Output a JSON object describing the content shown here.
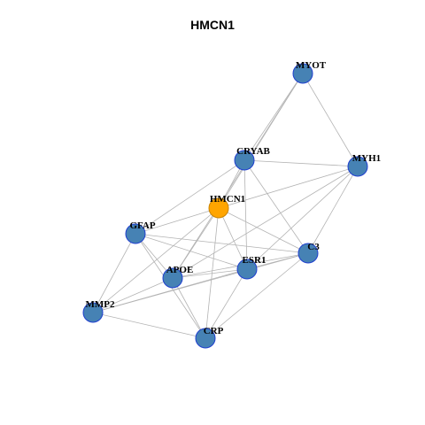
{
  "title": "HMCN1",
  "colors": {
    "node_fill": "#4682b4",
    "node_stroke": "#1f3fcf",
    "focus_fill": "#ffa500",
    "focus_stroke": "#c98300",
    "edge": "#b3b3b3"
  },
  "nodes": [
    {
      "id": "MYOT",
      "label": "MYOT",
      "focus": false
    },
    {
      "id": "CRYAB",
      "label": "CRYAB",
      "focus": false
    },
    {
      "id": "MYH1",
      "label": "MYH1",
      "focus": false
    },
    {
      "id": "HMCN1",
      "label": "HMCN1",
      "focus": true
    },
    {
      "id": "GFAP",
      "label": "GFAP",
      "focus": false
    },
    {
      "id": "C3",
      "label": "C3",
      "focus": false
    },
    {
      "id": "ESR1",
      "label": "ESR1",
      "focus": false
    },
    {
      "id": "APOE",
      "label": "APOE",
      "focus": false
    },
    {
      "id": "MMP2",
      "label": "MMP2",
      "focus": false
    },
    {
      "id": "CRP",
      "label": "CRP",
      "focus": false
    }
  ],
  "edges": [
    [
      "MYOT",
      "CRYAB"
    ],
    [
      "MYOT",
      "MYH1"
    ],
    [
      "MYOT",
      "HMCN1"
    ],
    [
      "MYOT",
      "APOE"
    ],
    [
      "CRYAB",
      "MYH1"
    ],
    [
      "CRYAB",
      "GFAP"
    ],
    [
      "CRYAB",
      "C3"
    ],
    [
      "CRYAB",
      "ESR1"
    ],
    [
      "CRYAB",
      "HMCN1"
    ],
    [
      "MYH1",
      "HMCN1"
    ],
    [
      "MYH1",
      "ESR1"
    ],
    [
      "MYH1",
      "C3"
    ],
    [
      "MYH1",
      "APOE"
    ],
    [
      "HMCN1",
      "GFAP"
    ],
    [
      "HMCN1",
      "ESR1"
    ],
    [
      "HMCN1",
      "APOE"
    ],
    [
      "HMCN1",
      "CRP"
    ],
    [
      "HMCN1",
      "MMP2"
    ],
    [
      "HMCN1",
      "C3"
    ],
    [
      "GFAP",
      "ESR1"
    ],
    [
      "GFAP",
      "C3"
    ],
    [
      "GFAP",
      "APOE"
    ],
    [
      "GFAP",
      "MMP2"
    ],
    [
      "GFAP",
      "CRP"
    ],
    [
      "C3",
      "ESR1"
    ],
    [
      "C3",
      "APOE"
    ],
    [
      "C3",
      "MMP2"
    ],
    [
      "C3",
      "CRP"
    ],
    [
      "ESR1",
      "APOE"
    ],
    [
      "ESR1",
      "MMP2"
    ],
    [
      "ESR1",
      "CRP"
    ],
    [
      "APOE",
      "MMP2"
    ],
    [
      "APOE",
      "CRP"
    ],
    [
      "MMP2",
      "CRP"
    ]
  ]
}
